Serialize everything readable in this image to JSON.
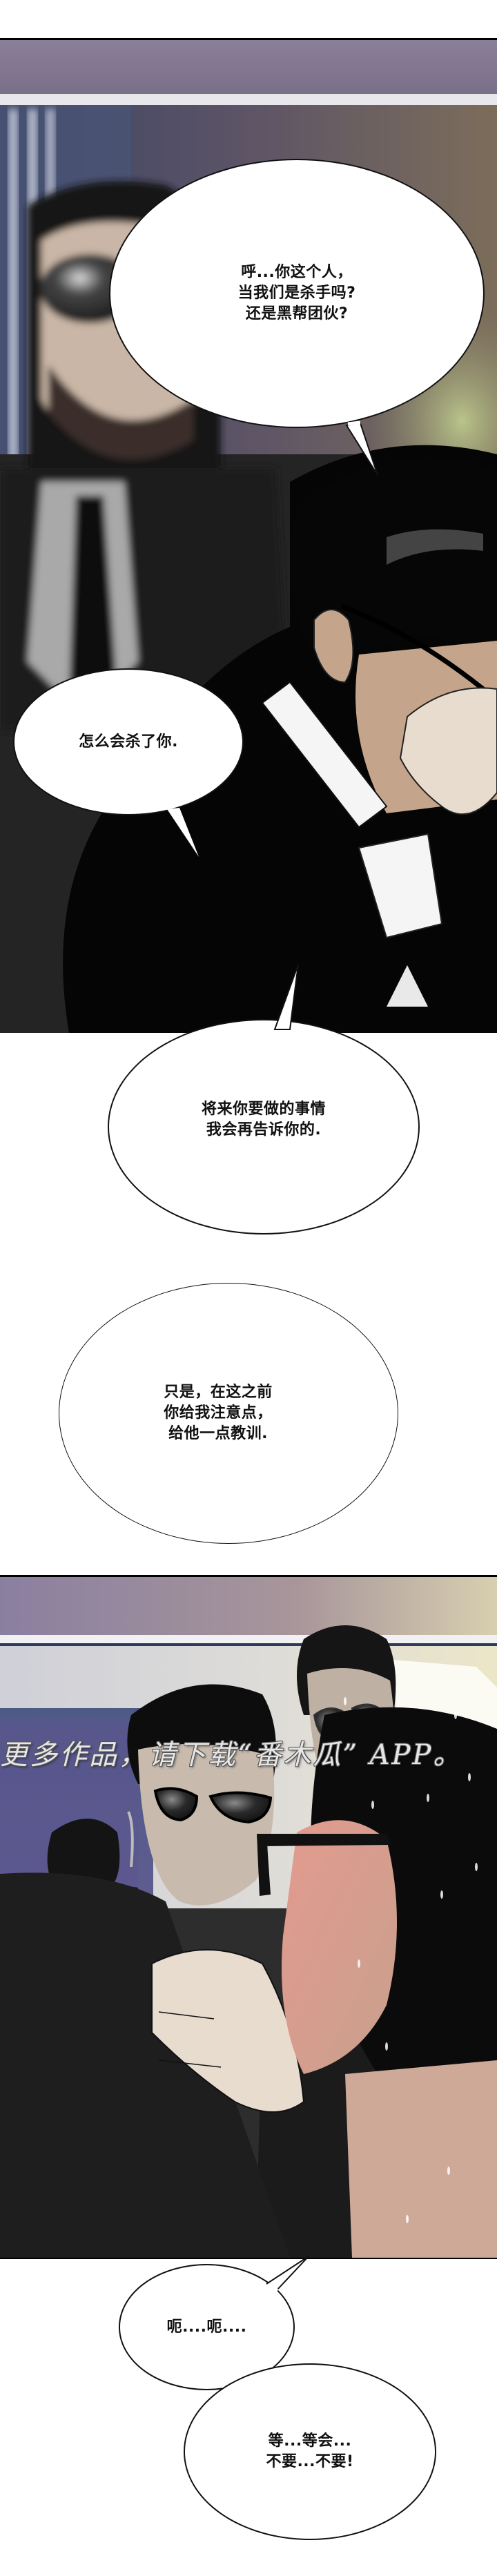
{
  "panels": [
    {
      "id": "panel-1",
      "scene": "blurred bearded man in sunglasses in background; man in black suit adjusting glasses in foreground",
      "bubbles": [
        {
          "id": "bubble-1",
          "text": "呼...你这个人，\n当我们是杀手吗?\n还是黑帮团伙?"
        },
        {
          "id": "bubble-2",
          "text": "怎么会杀了你."
        }
      ]
    },
    {
      "id": "gutter-1",
      "bubbles": [
        {
          "id": "bubble-3",
          "text": "将来你要做的事情\n我会再告诉你的."
        },
        {
          "id": "bubble-4",
          "text": "只是，在这之前\n你给我注意点，\n给他一点教训."
        }
      ]
    },
    {
      "id": "panel-2",
      "scene": "bodyguards in sunglasses; a sweating man with glasses being grabbed by the face",
      "watermark": "更多作品，请下载“番木瓜” APP。",
      "bubbles": []
    },
    {
      "id": "gutter-2",
      "bubbles": [
        {
          "id": "bubble-5",
          "text": "呃....呃...."
        },
        {
          "id": "bubble-6",
          "text": "等...等会...\n不要...不要!"
        }
      ]
    }
  ],
  "colors": {
    "panel_border": "#000000",
    "bubble_fill": "#ffffff",
    "bubble_stroke": "#111111",
    "ceiling_purple": "#8f8299",
    "wall_gray": "#d9d9dc",
    "suit_black": "#0a0a0a",
    "skin": "#c9ab94",
    "flushed_skin": "#d9938a"
  }
}
